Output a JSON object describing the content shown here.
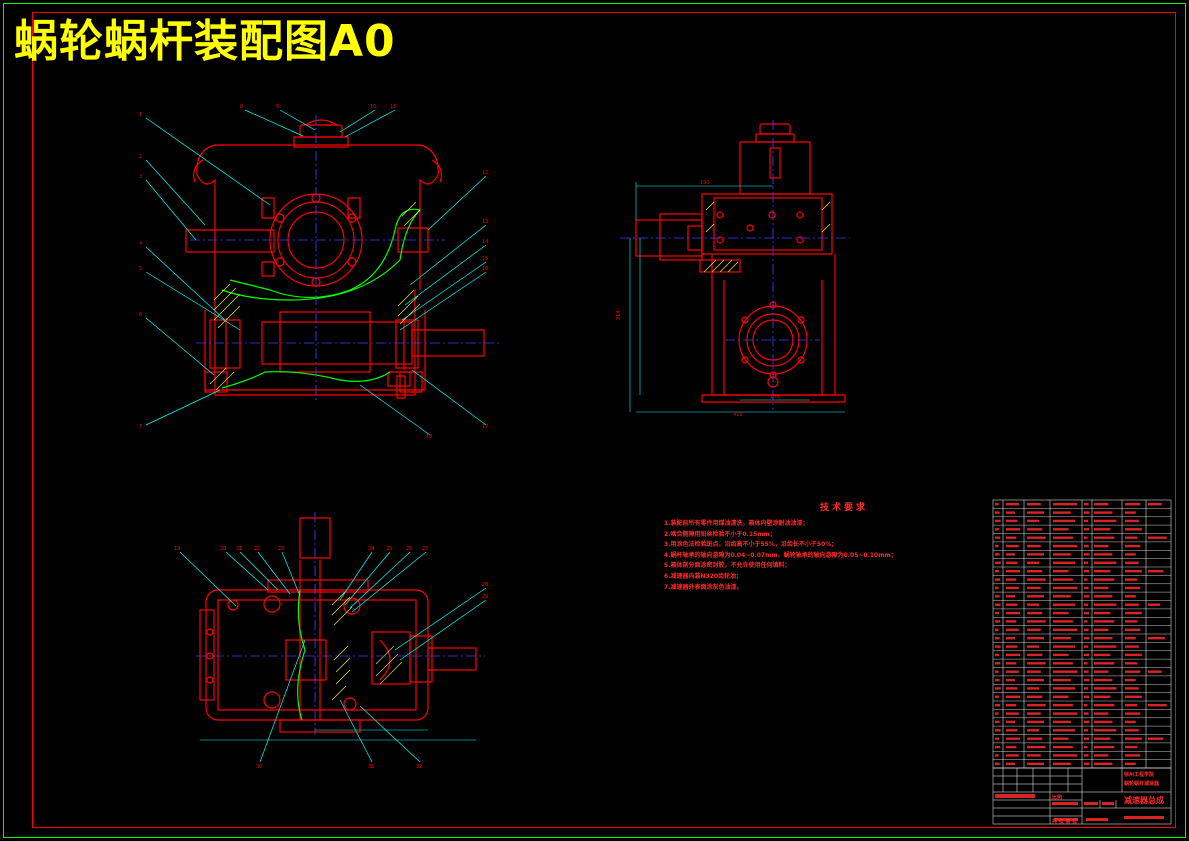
{
  "drawing": {
    "title": "蜗轮蜗杆装配图A0"
  },
  "technical_requirements": {
    "heading": "技术要求",
    "items": [
      "1.装配前所有零件用煤油清洗，箱体内壁涂耐油油漆；",
      "2.啮合侧隙用铅丝检验不小于0.15mm；",
      "3.用涂色法检验斑点，沿齿高不小于55%，沿齿长不小于50%；",
      "4.蜗杆轴承的轴向游隙为0.04~0.07mm，蜗轮轴承的轴向游隙为0.05~0.10mm；",
      "5.箱体剖分面涂密封胶，不允许使用任何填料；",
      "6.减速器内装N320齿轮油；",
      "7.减速器外表面涂灰色油漆。"
    ]
  },
  "title_block": {
    "school": "徐州工程学院",
    "project": "蜗轮蜗杆减速器",
    "drawing_name": "减速器总成",
    "scale_label": "比例",
    "sheet_label": "共 张 第 张"
  },
  "colors": {
    "background": "#000000",
    "outer_frame": "#00ff00",
    "inner_frame": "#ff0000",
    "title": "#ffff00",
    "parts": "#ff0000",
    "leaders": "#00ffff",
    "center_lines": "#4040ff",
    "section_curve": "#00ff00",
    "hatch": "#ffff00"
  }
}
